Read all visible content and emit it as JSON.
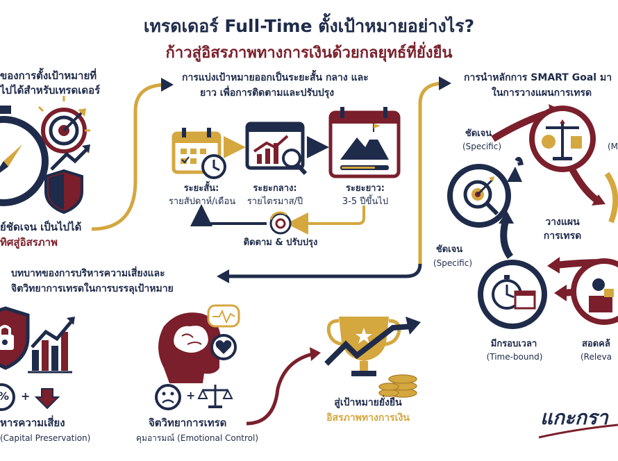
{
  "header": {
    "title": "เทรดเดอร์ Full-Time ตั้งเป้าหมายอย่างไร?",
    "subtitle": "ก้าวสู่อิสรภาพทางการเงินด้วยกลยุทธ์ที่ยั่งยืน"
  },
  "section1": {
    "heading_line1": "ของการตั้งเป้าหมายที่",
    "heading_line2": "ไปได้สำหรับเทรดเดอร์",
    "caption_line1": "ย์ชัดเจน เป็นไปได้",
    "caption_line2": "ทิศสู่อิสรภาพ"
  },
  "section2": {
    "heading_line1": "การแบ่งเป้าหมายออกเป็นระยะสั้น กลาง และ",
    "heading_line2": "ยาว เพื่อการติดตามและปรับปรุง",
    "short_title": "ระยะสั้น:",
    "short_sub": "รายสัปดาห์/เดือน",
    "mid_title": "ระยะกลาง:",
    "mid_sub": "รายไตรมาส/ปี",
    "long_title": "ระยะยาว:",
    "long_sub": "3-5 ปีขึ้นไป",
    "loop_label": "ติดตาม & ปรับปรุง"
  },
  "section3": {
    "heading_line1": "การนำหลักการ SMART Goal มา",
    "heading_line2": "ในการวางแผนการเทรด",
    "specific1_th": "ชัดเจน",
    "specific1_en": "(Specific)",
    "specific2_th": "ชัดเจน",
    "specific2_en": "(Specific)",
    "center_line1": "วางแผน",
    "center_line2": "การเทรด",
    "m_letter": "(M",
    "timebound_th": "มีกรอบเวลา",
    "timebound_en": "(Time-bound)",
    "relevant_th": "สอดคล้",
    "relevant_en": "(Releva"
  },
  "section4": {
    "heading_line1": "บทบาทของการบริหารความเสี่ยงและ",
    "heading_line2": "จิตวิทยาการเทรดในการบรรลุเป้าหมาย",
    "risk_title": "หารความเสี่ยง",
    "risk_sub": "(Capital Preservation)",
    "psych_title": "จิตวิทยาการเทรด",
    "psych_sub": "คุมอารมณ์ (Emotional Control)",
    "percent_symbol": "%",
    "plus1": "+",
    "plus2": "+"
  },
  "goal": {
    "title": "สู่เป้าหมายยั่งยืน",
    "subtitle": "อิสรภาพทางการเงิน"
  },
  "brand": {
    "logo_text": "แกะกรา"
  },
  "colors": {
    "navy": "#1f2b4a",
    "maroon": "#7a1f2b",
    "gold": "#d4a73f"
  },
  "icons": [
    "stopwatch-icon",
    "target-icon",
    "shield-icon",
    "calendar-icon",
    "clock-icon",
    "chart-magnifier-icon",
    "mountain-flag-icon",
    "gear-cycle-icon",
    "lock-shield-icon",
    "bar-chart-icon",
    "brain-head-icon",
    "heart-icon",
    "sad-face-icon",
    "scales-icon",
    "trophy-icon",
    "coins-icon",
    "puzzle-gear-icon"
  ]
}
